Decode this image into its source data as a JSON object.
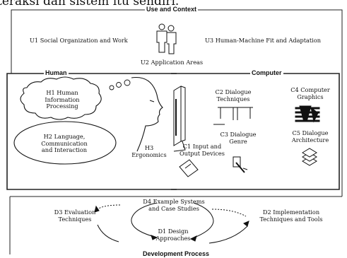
{
  "top_fragment": "teraksi dan sistem itu sendiri.",
  "sections": {
    "context": "Use and Context",
    "human": "Human",
    "computer": "Computer",
    "process": "Development Process"
  },
  "nodes": {
    "u1": "U1 Social Organization and Work",
    "u2": "U2 Application Areas",
    "u3": "U3 Human-Machine Fit and Adaptation",
    "h1": "H1 Human\nInformation\nProcessing",
    "h2": "H2 Language,\nCommunication\nand Interaction",
    "h3": "H3\nErgonomics",
    "c1": "C1 Input and\nOutput Devices",
    "c2": "C2 Dialogue\nTechniques",
    "c3": "C3 Dialogue\nGenre",
    "c4": "C4 Computer\nGraphics",
    "c5": "C5 Dialogue\nArchitecture",
    "d1": "D1 Design\nApproaches",
    "d2": "D2 Implementation\nTechniques and Tools",
    "d3": "D3 Evaluation\nTechniques",
    "d4": "D4 Example Systems\nand Case Studies"
  }
}
